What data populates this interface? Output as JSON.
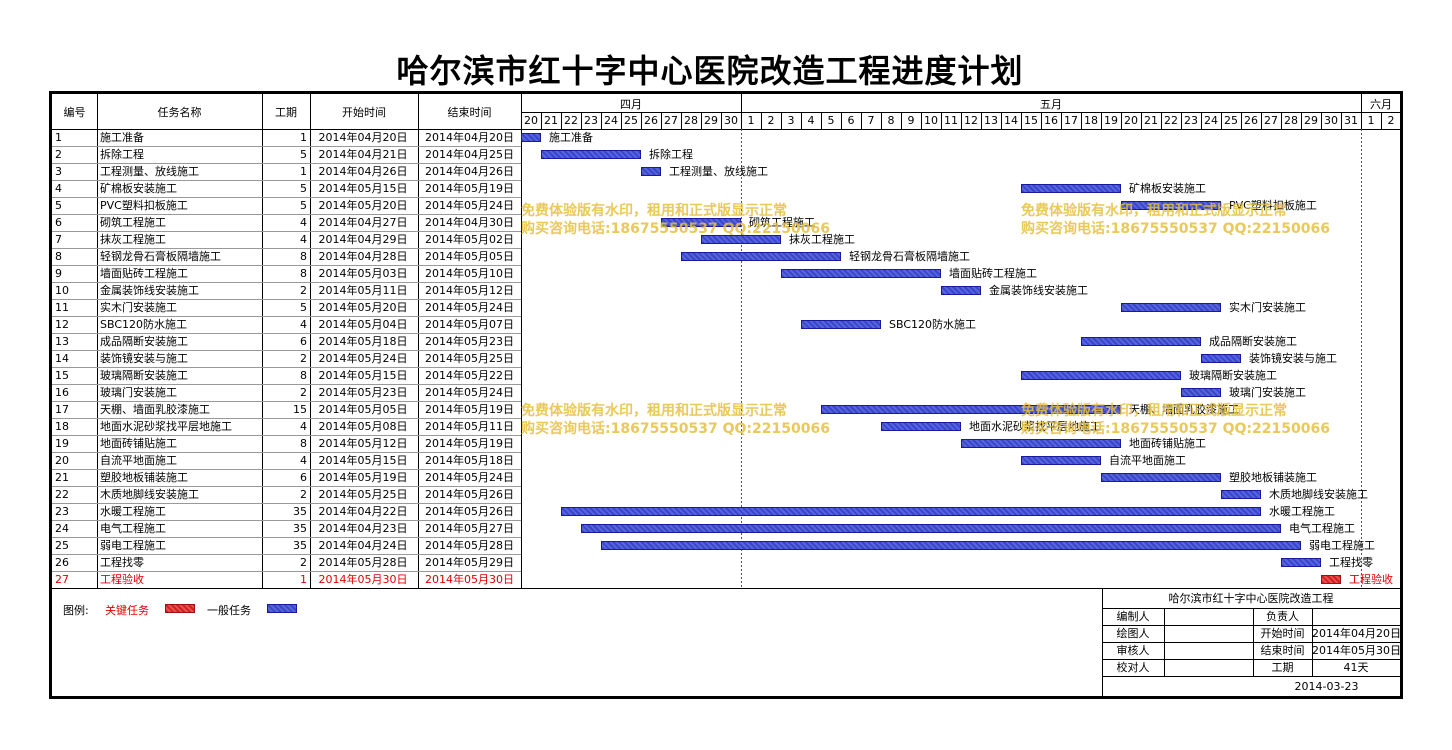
{
  "title": "哈尔滨市红十字中心医院改造工程进度计划",
  "columns": {
    "num": "编号",
    "name": "任务名称",
    "dur": "工期",
    "start": "开始时间",
    "end": "结束时间"
  },
  "months": [
    {
      "label": "四月",
      "days": [
        20,
        21,
        22,
        23,
        24,
        25,
        26,
        27,
        28,
        29,
        30
      ]
    },
    {
      "label": "五月",
      "days": [
        1,
        2,
        3,
        4,
        5,
        6,
        7,
        8,
        9,
        10,
        11,
        12,
        13,
        14,
        15,
        16,
        17,
        18,
        19,
        20,
        21,
        22,
        23,
        24,
        25,
        26,
        27,
        28,
        29,
        30,
        31
      ]
    },
    {
      "label": "六月",
      "days": [
        1,
        2
      ]
    }
  ],
  "chart_start": "2014-04-20",
  "tasks": [
    {
      "num": "1",
      "name": "施工准备",
      "dur": "1",
      "start": "2014年04月20日",
      "end": "2014年04月20日",
      "s": "2014-04-20",
      "e": "2014-04-20",
      "critical": false
    },
    {
      "num": "2",
      "name": "拆除工程",
      "dur": "5",
      "start": "2014年04月21日",
      "end": "2014年04月25日",
      "s": "2014-04-21",
      "e": "2014-04-25",
      "critical": false
    },
    {
      "num": "3",
      "name": "工程测量、放线施工",
      "dur": "1",
      "start": "2014年04月26日",
      "end": "2014年04月26日",
      "s": "2014-04-26",
      "e": "2014-04-26",
      "critical": false
    },
    {
      "num": "4",
      "name": "矿棉板安装施工",
      "dur": "5",
      "start": "2014年05月15日",
      "end": "2014年05月19日",
      "s": "2014-05-15",
      "e": "2014-05-19",
      "critical": false
    },
    {
      "num": "5",
      "name": "PVC塑料扣板施工",
      "dur": "5",
      "start": "2014年05月20日",
      "end": "2014年05月24日",
      "s": "2014-05-20",
      "e": "2014-05-24",
      "critical": false
    },
    {
      "num": "6",
      "name": "砌筑工程施工",
      "dur": "4",
      "start": "2014年04月27日",
      "end": "2014年04月30日",
      "s": "2014-04-27",
      "e": "2014-04-30",
      "critical": false
    },
    {
      "num": "7",
      "name": "抹灰工程施工",
      "dur": "4",
      "start": "2014年04月29日",
      "end": "2014年05月02日",
      "s": "2014-04-29",
      "e": "2014-05-02",
      "critical": false
    },
    {
      "num": "8",
      "name": "轻钢龙骨石膏板隔墙施工",
      "dur": "8",
      "start": "2014年04月28日",
      "end": "2014年05月05日",
      "s": "2014-04-28",
      "e": "2014-05-05",
      "critical": false
    },
    {
      "num": "9",
      "name": "墙面贴砖工程施工",
      "dur": "8",
      "start": "2014年05月03日",
      "end": "2014年05月10日",
      "s": "2014-05-03",
      "e": "2014-05-10",
      "critical": false
    },
    {
      "num": "10",
      "name": "金属装饰线安装施工",
      "dur": "2",
      "start": "2014年05月11日",
      "end": "2014年05月12日",
      "s": "2014-05-11",
      "e": "2014-05-12",
      "critical": false
    },
    {
      "num": "11",
      "name": "实木门安装施工",
      "dur": "5",
      "start": "2014年05月20日",
      "end": "2014年05月24日",
      "s": "2014-05-20",
      "e": "2014-05-24",
      "critical": false
    },
    {
      "num": "12",
      "name": "SBC120防水施工",
      "dur": "4",
      "start": "2014年05月04日",
      "end": "2014年05月07日",
      "s": "2014-05-04",
      "e": "2014-05-07",
      "critical": false
    },
    {
      "num": "13",
      "name": "成品隔断安装施工",
      "dur": "6",
      "start": "2014年05月18日",
      "end": "2014年05月23日",
      "s": "2014-05-18",
      "e": "2014-05-23",
      "critical": false
    },
    {
      "num": "14",
      "name": "装饰镜安装与施工",
      "dur": "2",
      "start": "2014年05月24日",
      "end": "2014年05月25日",
      "s": "2014-05-24",
      "e": "2014-05-25",
      "critical": false
    },
    {
      "num": "15",
      "name": "玻璃隔断安装施工",
      "dur": "8",
      "start": "2014年05月15日",
      "end": "2014年05月22日",
      "s": "2014-05-15",
      "e": "2014-05-22",
      "critical": false
    },
    {
      "num": "16",
      "name": "玻璃门安装施工",
      "dur": "2",
      "start": "2014年05月23日",
      "end": "2014年05月24日",
      "s": "2014-05-23",
      "e": "2014-05-24",
      "critical": false
    },
    {
      "num": "17",
      "name": "天棚、墙面乳胶漆施工",
      "dur": "15",
      "start": "2014年05月05日",
      "end": "2014年05月19日",
      "s": "2014-05-05",
      "e": "2014-05-19",
      "critical": false
    },
    {
      "num": "18",
      "name": "地面水泥砂浆找平层地施工",
      "dur": "4",
      "start": "2014年05月08日",
      "end": "2014年05月11日",
      "s": "2014-05-08",
      "e": "2014-05-11",
      "critical": false
    },
    {
      "num": "19",
      "name": "地面砖铺贴施工",
      "dur": "8",
      "start": "2014年05月12日",
      "end": "2014年05月19日",
      "s": "2014-05-12",
      "e": "2014-05-19",
      "critical": false
    },
    {
      "num": "20",
      "name": "自流平地面施工",
      "dur": "4",
      "start": "2014年05月15日",
      "end": "2014年05月18日",
      "s": "2014-05-15",
      "e": "2014-05-18",
      "critical": false
    },
    {
      "num": "21",
      "name": "塑胶地板铺装施工",
      "dur": "6",
      "start": "2014年05月19日",
      "end": "2014年05月24日",
      "s": "2014-05-19",
      "e": "2014-05-24",
      "critical": false
    },
    {
      "num": "22",
      "name": "木质地脚线安装施工",
      "dur": "2",
      "start": "2014年05月25日",
      "end": "2014年05月26日",
      "s": "2014-05-25",
      "e": "2014-05-26",
      "critical": false
    },
    {
      "num": "23",
      "name": "水暖工程施工",
      "dur": "35",
      "start": "2014年04月22日",
      "end": "2014年05月26日",
      "s": "2014-04-22",
      "e": "2014-05-26",
      "critical": false
    },
    {
      "num": "24",
      "name": "电气工程施工",
      "dur": "35",
      "start": "2014年04月23日",
      "end": "2014年05月27日",
      "s": "2014-04-23",
      "e": "2014-05-27",
      "critical": false
    },
    {
      "num": "25",
      "name": "弱电工程施工",
      "dur": "35",
      "start": "2014年04月24日",
      "end": "2014年05月28日",
      "s": "2014-04-24",
      "e": "2014-05-28",
      "critical": false
    },
    {
      "num": "26",
      "name": "工程找零",
      "dur": "2",
      "start": "2014年05月28日",
      "end": "2014年05月29日",
      "s": "2014-05-28",
      "e": "2014-05-29",
      "critical": false
    },
    {
      "num": "27",
      "name": "工程验收",
      "dur": "1",
      "start": "2014年05月30日",
      "end": "2014年05月30日",
      "s": "2014-05-30",
      "e": "2014-05-30",
      "critical": true
    }
  ],
  "watermark": {
    "line1": "免费体验版有水印，租用和正式版显示正常",
    "line2": "购买咨询电话:18675550537 QQ:22150066"
  },
  "legend": {
    "label": "图例:",
    "critical": "关键任务",
    "normal": "一般任务"
  },
  "colors": {
    "critical": "#d02020",
    "normal": "#3a46c8",
    "critical_text": "#e00000"
  },
  "info": {
    "project": "哈尔滨市红十字中心医院改造工程",
    "editor_label": "编制人",
    "owner_label": "负责人",
    "drawer_label": "绘图人",
    "start_label": "开始时间",
    "start_value": "2014年04月20日",
    "reviewer_label": "审核人",
    "end_label": "结束时间",
    "end_value": "2014年05月30日",
    "checker_label": "校对人",
    "duration_label": "工期",
    "duration_value": "41天",
    "date": "2014-03-23"
  }
}
